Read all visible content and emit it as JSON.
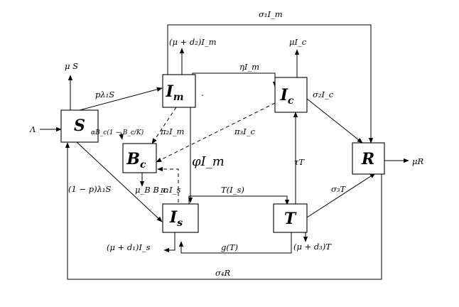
{
  "nodes": {
    "S": {
      "main": "S",
      "sub": ""
    },
    "Im": {
      "main": "I",
      "sub": "m"
    },
    "Ic": {
      "main": "I",
      "sub": "c"
    },
    "Bc": {
      "main": "B",
      "sub": "c"
    },
    "Is": {
      "main": "I",
      "sub": "s"
    },
    "T": {
      "main": "T",
      "sub": ""
    },
    "R": {
      "main": "R",
      "sub": ""
    }
  },
  "labels": {
    "sigma1_Im": "σ₁I_m",
    "mu_d2_Im": "(μ + d₂)I_m",
    "mu_Ic": "μI_c",
    "mu_S": "μ S",
    "eta_Im": "ηI_m",
    "p_lambda1_S": "pλ₁S",
    "sigma2_Ic": "σ₂I_c",
    "Lambda": "Λ",
    "alpha_Bc": "αB_c(1 − B_c/K)",
    "pi2_Im": "π₂I_m",
    "pi3_Ic": "π₃I_c",
    "phi_Im": "φI_m",
    "tau_T": "τT",
    "mu_R": "μR",
    "one_minus_p_lambda1_S": "(1 − p)λ₁S",
    "muB_Bc": "μ_B B_c",
    "pi1_Is": "π₁I_s",
    "T_of_Is": "T(I_s)",
    "sigma3_T": "σ₃T",
    "mu_d1_Is": "(μ + d₁)I_s",
    "g_T": "g(T)",
    "mu_d3_T": "(μ + d₃)T",
    "sigma4_R": "σ₄R"
  }
}
